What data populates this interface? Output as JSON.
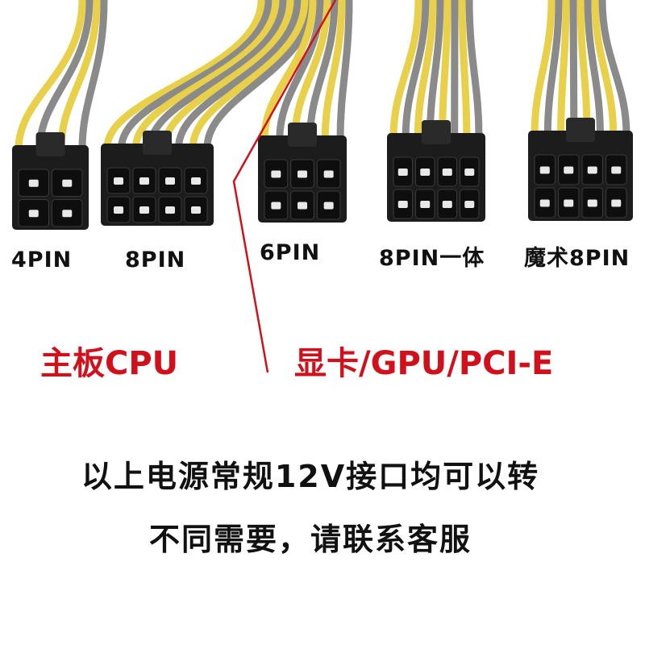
{
  "colors": {
    "accent_red": "#d0111b",
    "text": "#111111",
    "wire_yellow": "#e8d04a",
    "wire_gray": "#8a8a8a",
    "connector": "#1c1c1c"
  },
  "connectors": [
    {
      "label": "4PIN"
    },
    {
      "label": "8PIN"
    },
    {
      "label": "6PIN"
    },
    {
      "label": "8PIN一体"
    },
    {
      "label": "魔术8PIN"
    }
  ],
  "categories": {
    "motherboard": "主板CPU",
    "gpu": "显卡/GPU/PCI-E"
  },
  "notes": {
    "line1": "以上电源常规12V接口均可以转",
    "line2": "不同需要，请联系客服"
  }
}
